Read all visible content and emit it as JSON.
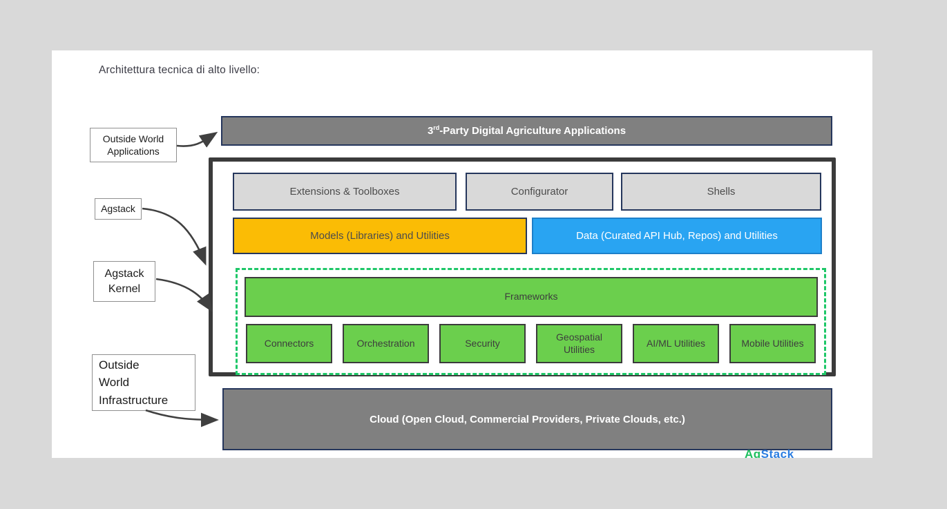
{
  "page": {
    "title": "Architettura tecnica di alto livello:"
  },
  "colors": {
    "canvas_background": "#d9d9d9",
    "page_background": "#ffffff",
    "bar_gray": "#808080",
    "navy_border": "#25365c",
    "light_gray_box": "#d9d9d9",
    "orange": "#fbbc05",
    "blue": "#29a4f2",
    "green": "#6bcf4d",
    "dashed_green": "#1ec768",
    "container_border": "#3b3b3b",
    "arrow": "#404040"
  },
  "diagram": {
    "top_bar": {
      "prefix": "3",
      "sup": "rd",
      "rest": "-Party Digital Agriculture Applications"
    },
    "labels": {
      "outside_world_apps": "Outside World\nApplications",
      "agstack": "Agstack",
      "agstack_kernel": "Agstack\nKernel",
      "outside_world_infra": "Outside\nWorld\nInfrastructure"
    },
    "app_layer": {
      "boxes": [
        "Extensions & Toolboxes",
        "Configurator",
        "Shells"
      ]
    },
    "middle_layer": {
      "models": "Models (Libraries) and Utilities",
      "data": "Data (Curated API Hub, Repos) and Utilities"
    },
    "kernel": {
      "frameworks": "Frameworks",
      "modules": [
        "Connectors",
        "Orchestration",
        "Security",
        "Geospatial Utilities",
        "AI/ML Utilities",
        "Mobile Utilities"
      ]
    },
    "cloud_bar": "Cloud (Open Cloud, Commercial Providers, Private Clouds, etc.)",
    "footer_logo": {
      "prefix": "Ag",
      "rest": "Stack"
    }
  }
}
